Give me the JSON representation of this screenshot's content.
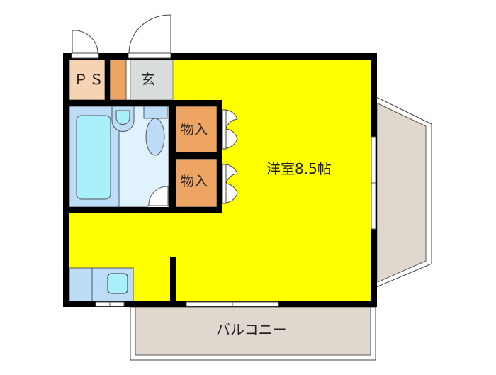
{
  "floorplan": {
    "rooms": {
      "ps": {
        "label": "ＰＳ",
        "color": "#f5d3b3"
      },
      "genkan": {
        "label": "玄",
        "color": "#d9dcdc"
      },
      "closet_1": {
        "label": "物入",
        "color": "#eea463"
      },
      "closet_2": {
        "label": "物入",
        "color": "#eea463"
      },
      "western_room": {
        "label": "洋室8.5帖",
        "color": "#ffff00"
      },
      "balcony": {
        "label": "バルコニー",
        "color": "#e0d8cf"
      },
      "bathroom": {
        "color": "#bcdcf8"
      },
      "washroom": {
        "color": "#dff2fd"
      },
      "kitchen": {
        "color": "#bcdcf8"
      },
      "side_balcony": {
        "color": "#e0d8cf"
      }
    },
    "colors": {
      "wall": "#000000",
      "fixture": "#a9f0fb",
      "door": "#ffffff"
    }
  }
}
